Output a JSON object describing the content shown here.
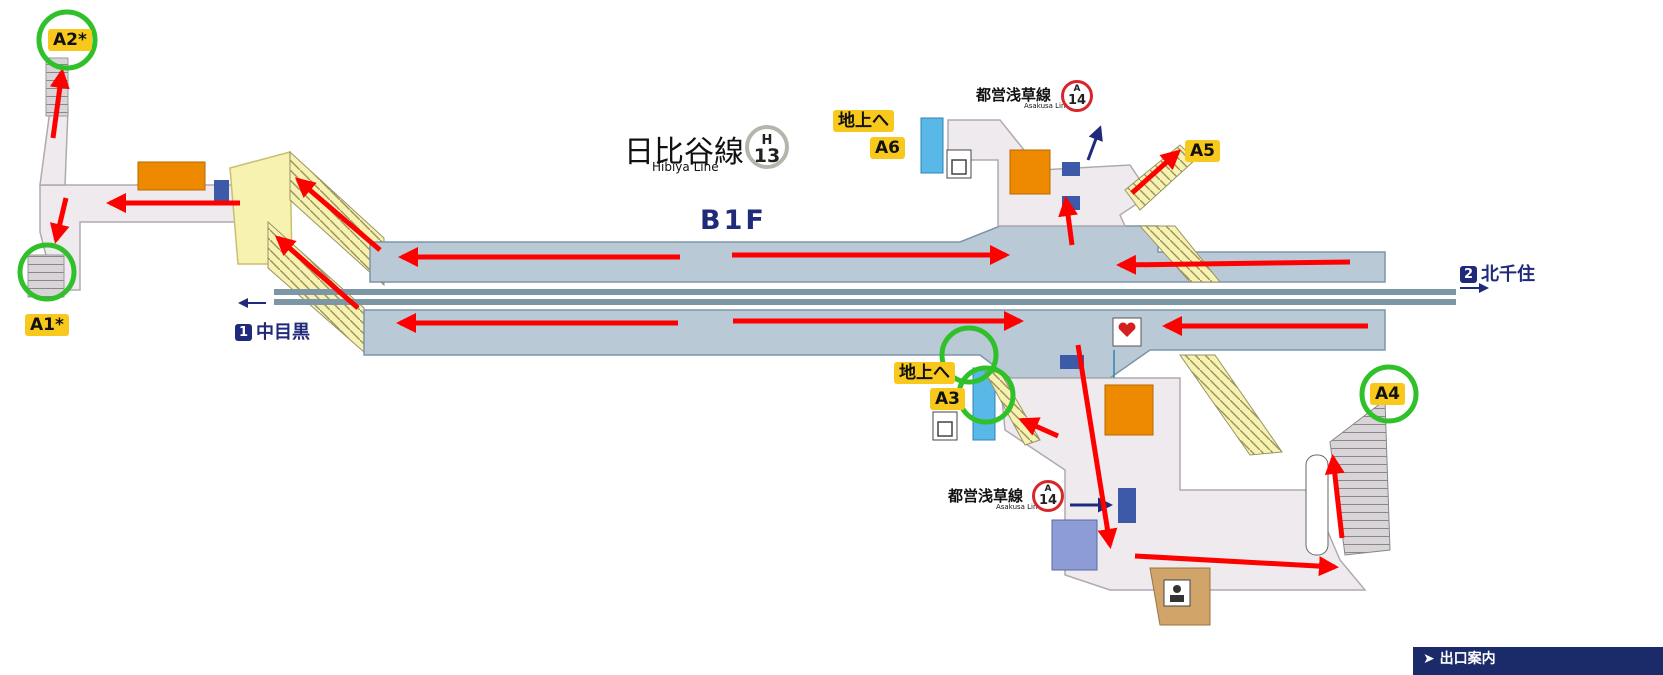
{
  "line": {
    "name": "日比谷線",
    "name_en": "Hibiya Line",
    "symbol": "H",
    "number": "13"
  },
  "floor": "B1F",
  "asakusa": {
    "name": "都営浅草線",
    "name_en": "Asakusa Line",
    "symbol": "A",
    "number": "14"
  },
  "exits": {
    "a1": "A1*",
    "a2": "A2*",
    "a3": "A3",
    "a4": "A4",
    "a5": "A5",
    "a6": "A6"
  },
  "to_ground": "地上へ",
  "directions": {
    "left": {
      "number": "1",
      "label": "中目黒"
    },
    "right": {
      "number": "2",
      "label": "北千住"
    }
  },
  "exit_guide": "出口案内",
  "colors": {
    "platform": "#b9cad6",
    "concourse": "#eeeaee",
    "stairs": "#f7f2b0",
    "route_arrow": "#ff0000",
    "highlight": "#2fc02a",
    "exit_label": "#f8c91c",
    "direction": "#1f2a7a"
  }
}
